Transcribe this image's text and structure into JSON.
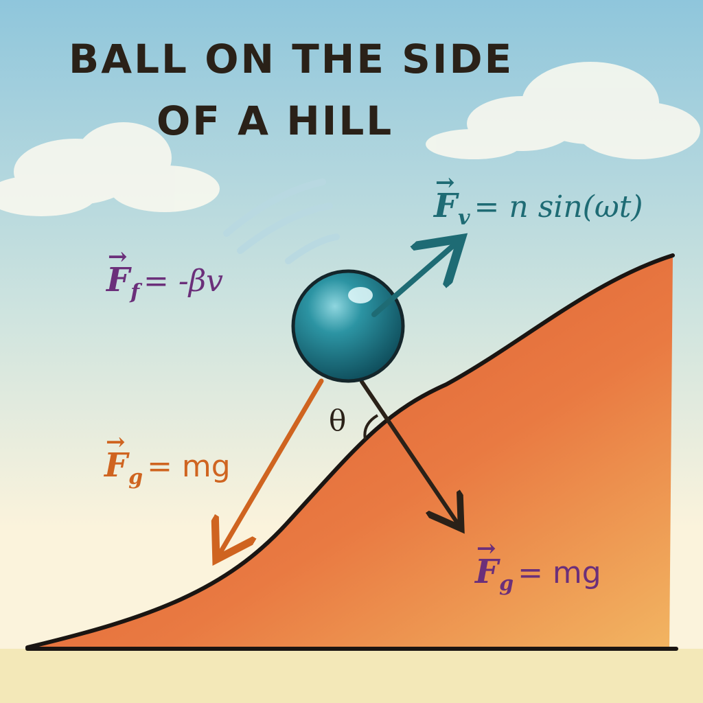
{
  "title": {
    "line1": "BALL ON THE SIDE",
    "line2": "OF A HILL"
  },
  "forces": {
    "driving": {
      "vector": "F",
      "subscript": "v",
      "expression": "= n sin(ωt)",
      "color": "#1e6b74"
    },
    "friction": {
      "vector": "F",
      "subscript": "f",
      "expression": "= -βv",
      "color": "#6b2f7a"
    },
    "gravity_left": {
      "vector": "F",
      "subscript": "g",
      "expression": "= mg",
      "color": "#cf6420"
    },
    "gravity_right": {
      "vector": "F",
      "subscript": "g",
      "expression": "= mg",
      "color": "#6b2f7a"
    }
  },
  "angle_label": "θ",
  "colors": {
    "sky": "#a9d3e3",
    "paper": "#fbf3dc",
    "hill": "#e0683a",
    "ball": "#1f7f8f",
    "ink": "#2a2118"
  }
}
